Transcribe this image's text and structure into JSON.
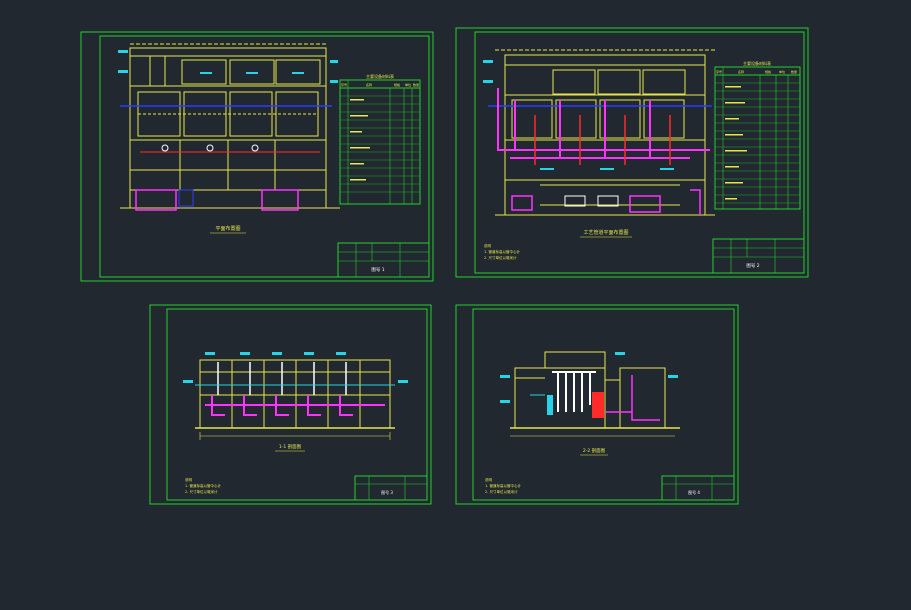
{
  "colors": {
    "background": "#212830",
    "frame": "#22d12a",
    "structure": "#e6e64c",
    "pipe_magenta": "#ff33ff",
    "pipe_red": "#ff2a2a",
    "water_level": "#2b3cff",
    "label": "#25d4e6",
    "white": "#ffffff"
  },
  "sheets": [
    {
      "title": "平面布置图",
      "number": "图号 1",
      "notes": []
    },
    {
      "title": "工艺管道平面布置图",
      "number": "图号 2",
      "notes": [
        "说明",
        "1. 管道标高以管中心计",
        "2. 尺寸单位以毫米计"
      ]
    },
    {
      "title": "1-1 剖面图",
      "number": "图号 3",
      "notes": [
        "说明",
        "1. 管道标高以管中心计",
        "2. 尺寸单位以毫米计"
      ]
    },
    {
      "title": "2-2 剖面图",
      "number": "图号 4",
      "notes": [
        "说明",
        "1. 管道标高以管中心计",
        "2. 尺寸单位以毫米计"
      ]
    }
  ],
  "material_tables": [
    {
      "title": "主要设备材料表",
      "headers": [
        "序号",
        "名称",
        "规格",
        "单位",
        "数量"
      ]
    },
    {
      "title": "主要设备材料表",
      "headers": [
        "序号",
        "名称",
        "规格",
        "单位",
        "数量"
      ]
    }
  ]
}
